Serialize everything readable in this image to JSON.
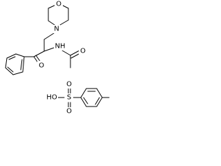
{
  "molecule": {
    "compound_1": {
      "atoms": {
        "morpholine_oxygen": "O",
        "morpholine_nitrogen": "N",
        "ketone_oxygen": "O",
        "amide_nitrogen": "NH",
        "amide_oxygen": "O"
      }
    },
    "compound_2": {
      "atoms": {
        "hydroxyl": "HO",
        "sulfur": "S",
        "sulfonyl_oxygen_top": "O",
        "sulfonyl_oxygen_bottom": "O"
      }
    }
  },
  "colors": {
    "bond": "#000000",
    "label": "#000000",
    "background": "#ffffff"
  }
}
